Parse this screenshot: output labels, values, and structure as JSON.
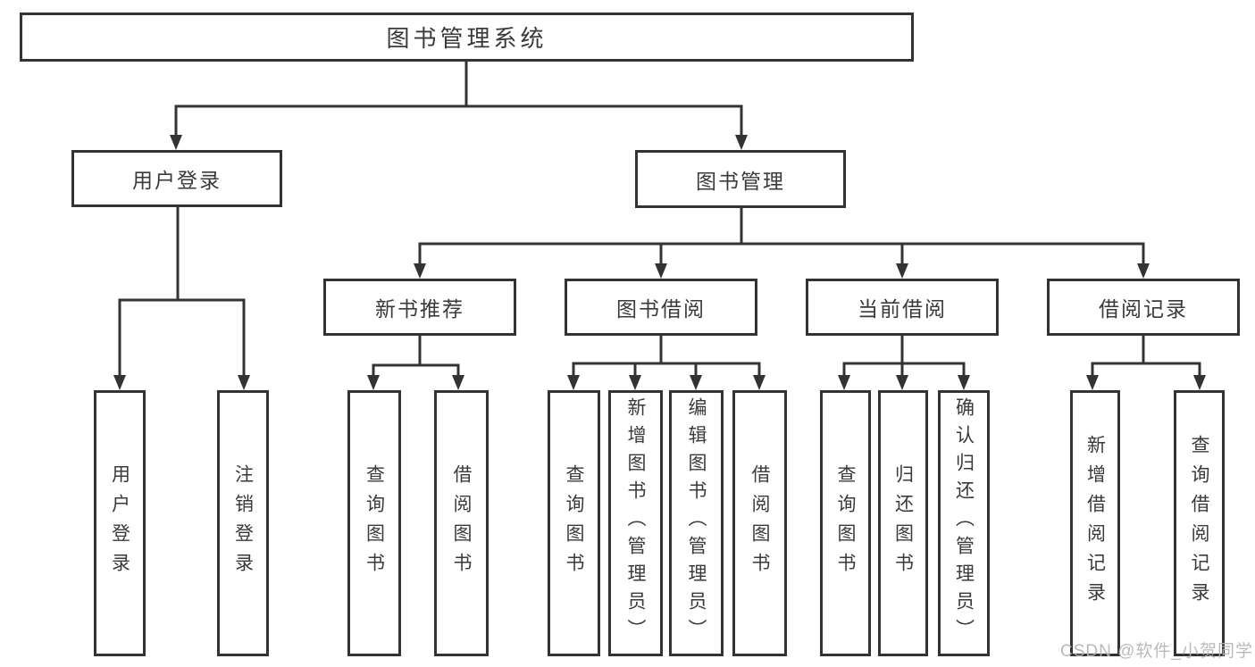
{
  "diagram": {
    "root": {
      "label": "图书管理系统"
    },
    "branches": [
      {
        "label": "用户登录",
        "children": [
          {
            "label": "用户登录"
          },
          {
            "label": "注销登录"
          }
        ]
      },
      {
        "label": "图书管理",
        "children": [
          {
            "label": "新书推荐",
            "children": [
              {
                "label": "查询图书"
              },
              {
                "label": "借阅图书"
              }
            ]
          },
          {
            "label": "图书借阅",
            "children": [
              {
                "label": "查询图书"
              },
              {
                "label": "新增图书（管理员）"
              },
              {
                "label": "编辑图书（管理员）"
              },
              {
                "label": "借阅图书"
              }
            ]
          },
          {
            "label": "当前借阅",
            "children": [
              {
                "label": "查询图书"
              },
              {
                "label": "归还图书"
              },
              {
                "label": "确认归还（管理员）"
              }
            ]
          },
          {
            "label": "借阅记录",
            "children": [
              {
                "label": "新增借阅记录"
              },
              {
                "label": "查询借阅记录"
              }
            ]
          }
        ]
      }
    ]
  },
  "watermark": {
    "text": "CSDN @软件_小贺同学"
  },
  "colors": {
    "line": "#333333",
    "text": "#3a3a3a",
    "background": "#ffffff",
    "watermark": "#b2b2b2"
  }
}
